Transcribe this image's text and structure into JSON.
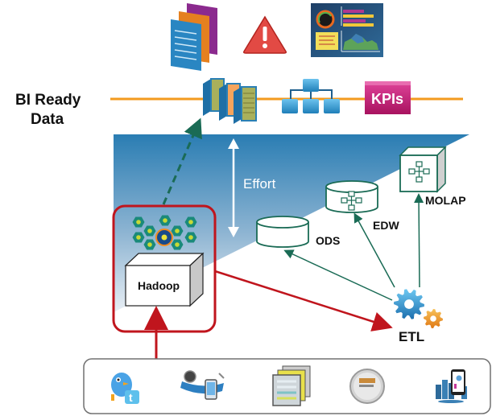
{
  "diagram": {
    "bi_ready_label_line1": "BI Ready",
    "bi_ready_label_line2": "Data",
    "effort_label": "Effort",
    "kpis_label": "KPIs",
    "hadoop_label": "Hadoop",
    "ods_label": "ODS",
    "edw_label": "EDW",
    "molap_label": "MOLAP",
    "etl_label": "ETL",
    "top_icons": [
      {
        "name": "reports-stack-icon"
      },
      {
        "name": "warning-alert-icon"
      },
      {
        "name": "dashboard-icon"
      }
    ],
    "bi_line_icons": [
      {
        "name": "data-servers-icon"
      },
      {
        "name": "hierarchy-icon"
      },
      {
        "name": "kpis-icon"
      }
    ],
    "sources": [
      {
        "name": "twitter-bird-icon"
      },
      {
        "name": "video-mobile-media-icon"
      },
      {
        "name": "documents-stack-icon"
      },
      {
        "name": "smart-meter-icon"
      },
      {
        "name": "mobile-analytics-icon"
      }
    ],
    "colors": {
      "bi_line": "#f39a1e",
      "hadoop_frame": "#c0151d",
      "teal": "#1a6b55",
      "kpi": "#c0176e",
      "effort_top": "#2a7db3",
      "effort_bottom": "#d8e4ee",
      "red_arrow": "#b81b1b"
    }
  }
}
